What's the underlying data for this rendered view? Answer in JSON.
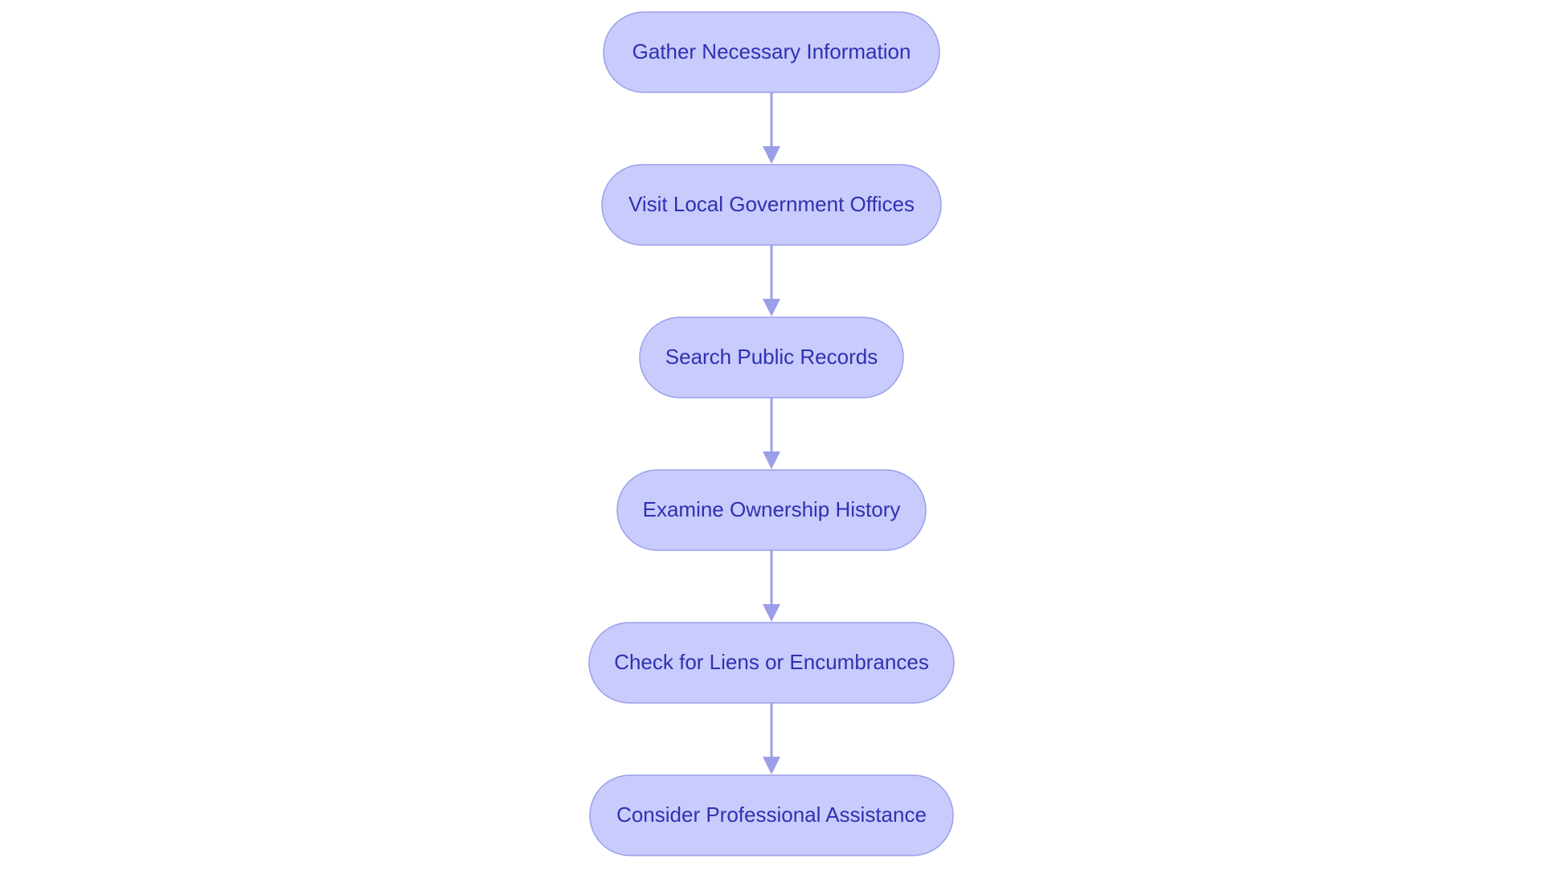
{
  "diagram": {
    "type": "flowchart",
    "direction": "top-to-bottom",
    "colors": {
      "node_fill": "#c8cbfc",
      "node_border": "#9b9fe8",
      "node_text": "#2f31b0",
      "edge": "#9b9fe8",
      "background": "#ffffff"
    },
    "nodes": [
      {
        "id": "n1",
        "label": "Gather Necessary Information"
      },
      {
        "id": "n2",
        "label": "Visit Local Government Offices"
      },
      {
        "id": "n3",
        "label": "Search Public Records"
      },
      {
        "id": "n4",
        "label": "Examine Ownership History"
      },
      {
        "id": "n5",
        "label": "Check for Liens or Encumbrances"
      },
      {
        "id": "n6",
        "label": "Consider Professional Assistance"
      }
    ],
    "edges": [
      {
        "from": "n1",
        "to": "n2"
      },
      {
        "from": "n2",
        "to": "n3"
      },
      {
        "from": "n3",
        "to": "n4"
      },
      {
        "from": "n4",
        "to": "n5"
      },
      {
        "from": "n5",
        "to": "n6"
      }
    ]
  }
}
